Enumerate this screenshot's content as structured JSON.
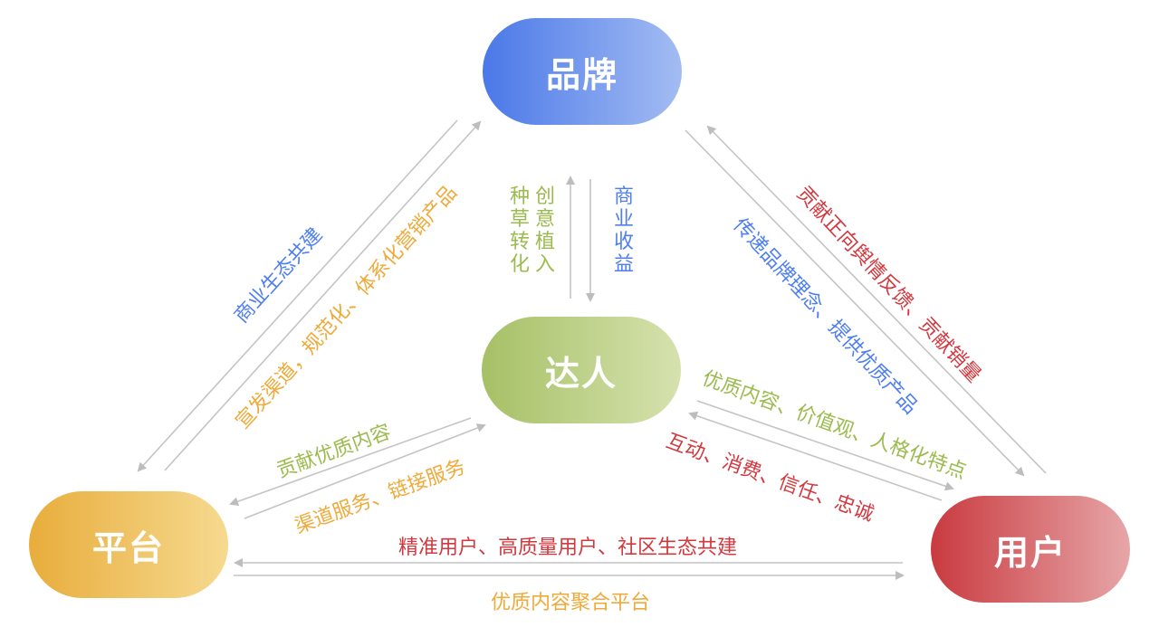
{
  "nodes": {
    "brand": "品牌",
    "influencer": "达人",
    "platform": "平台",
    "user": "用户"
  },
  "edges": {
    "influencer_to_platform_business": "商业生态共建",
    "platform_to_brand": "宣发渠道，规范化、体系化营销产品",
    "influencer_to_brand_a": "种草转化",
    "influencer_to_brand_b": "创意植入",
    "brand_to_influencer": "商业收益",
    "user_to_brand": "贡献正向舆情反馈、贡献销量",
    "brand_to_user": "传递品牌理念、提供优质产品",
    "influencer_to_platform": "贡献优质内容",
    "platform_to_influencer": "渠道服务、链接服务",
    "influencer_to_user": "优质内容、价值观、人格化特点",
    "user_to_influencer": "互动、消费、信任、忠诚",
    "user_to_platform": "精准用户、高质量用户、社区生态共建",
    "platform_to_user": "优质内容聚合平台"
  },
  "colors": {
    "blue": "#4f7ef0",
    "orange": "#eeaa3a",
    "green": "#9bbb4f",
    "red": "#d2383e",
    "arrow": "#bdbdbd"
  }
}
